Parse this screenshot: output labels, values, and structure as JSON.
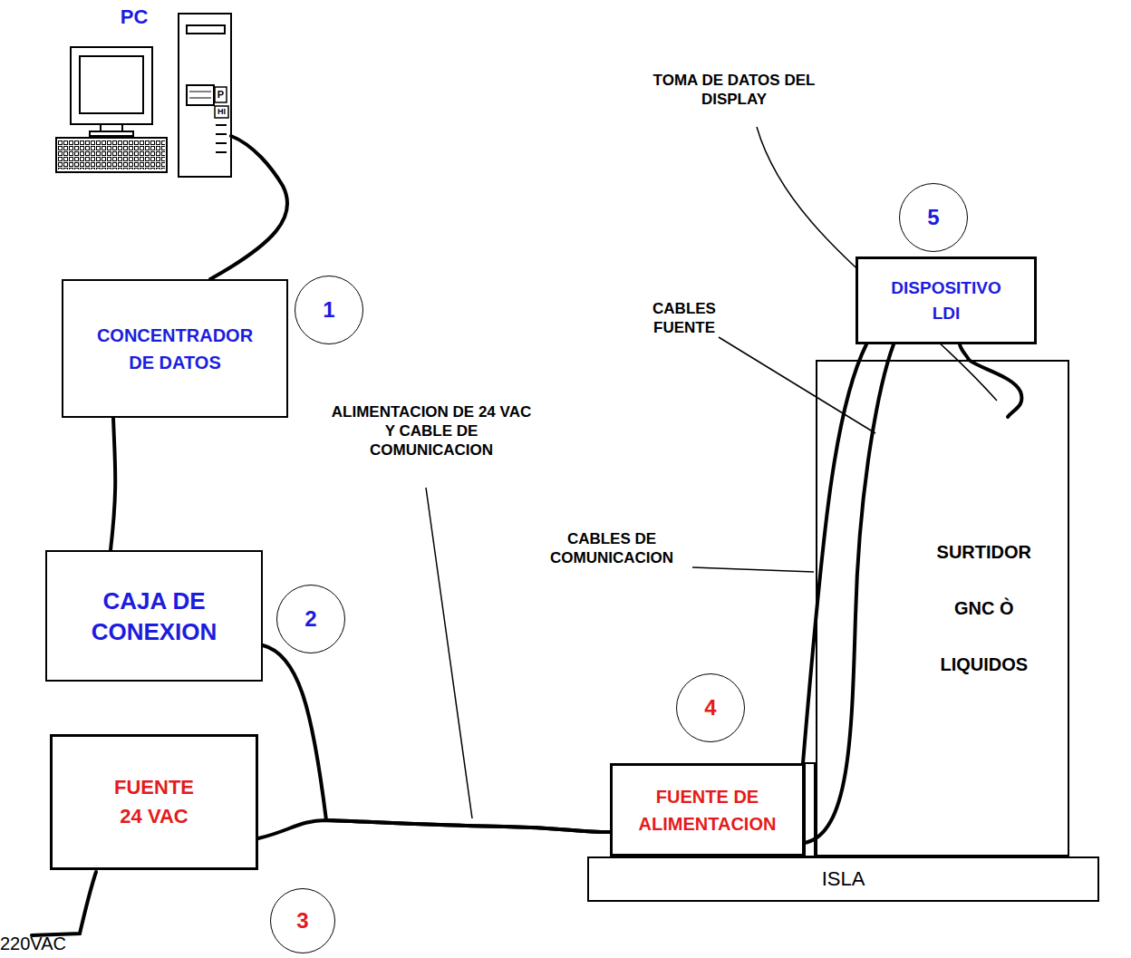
{
  "diagram": {
    "nodes": [
      {
        "text": [
          "5"
        ]
      },
      {
        "text": [
          "DISPOSITIVO LDI"
        ]
      },
      {
        "text": [
          "1"
        ]
      },
      {
        "text": [
          "CONCENTRADOR DE DATOS"
        ]
      },
      {
        "text": [
          "SURTIDOR GNC Ò LIQUIDOS"
        ]
      },
      {
        "text": [
          "CAJA DE CONEXION"
        ]
      },
      {
        "text": [
          "2"
        ]
      },
      {
        "text": [
          "4"
        ]
      },
      {
        "text": [
          "FUENTE DE ALIMENTACION"
        ]
      },
      {
        "text": [
          "FUENTE 24 VAC"
        ]
      },
      {
        "text": [
          "3"
        ]
      },
      {
        "text": [
          "ISLA"
        ]
      }
    ],
    "edges": [
      {
        "from": 3,
        "to": 5,
        "arrow": "none"
      },
      {
        "from": 5,
        "to": 8,
        "arrow": "none"
      },
      {
        "from": 9,
        "to": 8,
        "arrow": "none"
      },
      {
        "from": 8,
        "to": 1,
        "arrow": "none"
      },
      {
        "from": 8,
        "to": 1,
        "arrow": "none"
      },
      {
        "from": 1,
        "to": 4,
        "arrow": "none"
      }
    ],
    "labels": [
      "PC",
      "P",
      "HI",
      "TOMA DE DATOS DEL DISPLAY",
      "CABLES FUENTE",
      "ALIMENTACION DE 24 VAC Y CABLE DE COMUNICACION",
      "CABLES DE COMUNICACION",
      "220VAC"
    ]
  }
}
